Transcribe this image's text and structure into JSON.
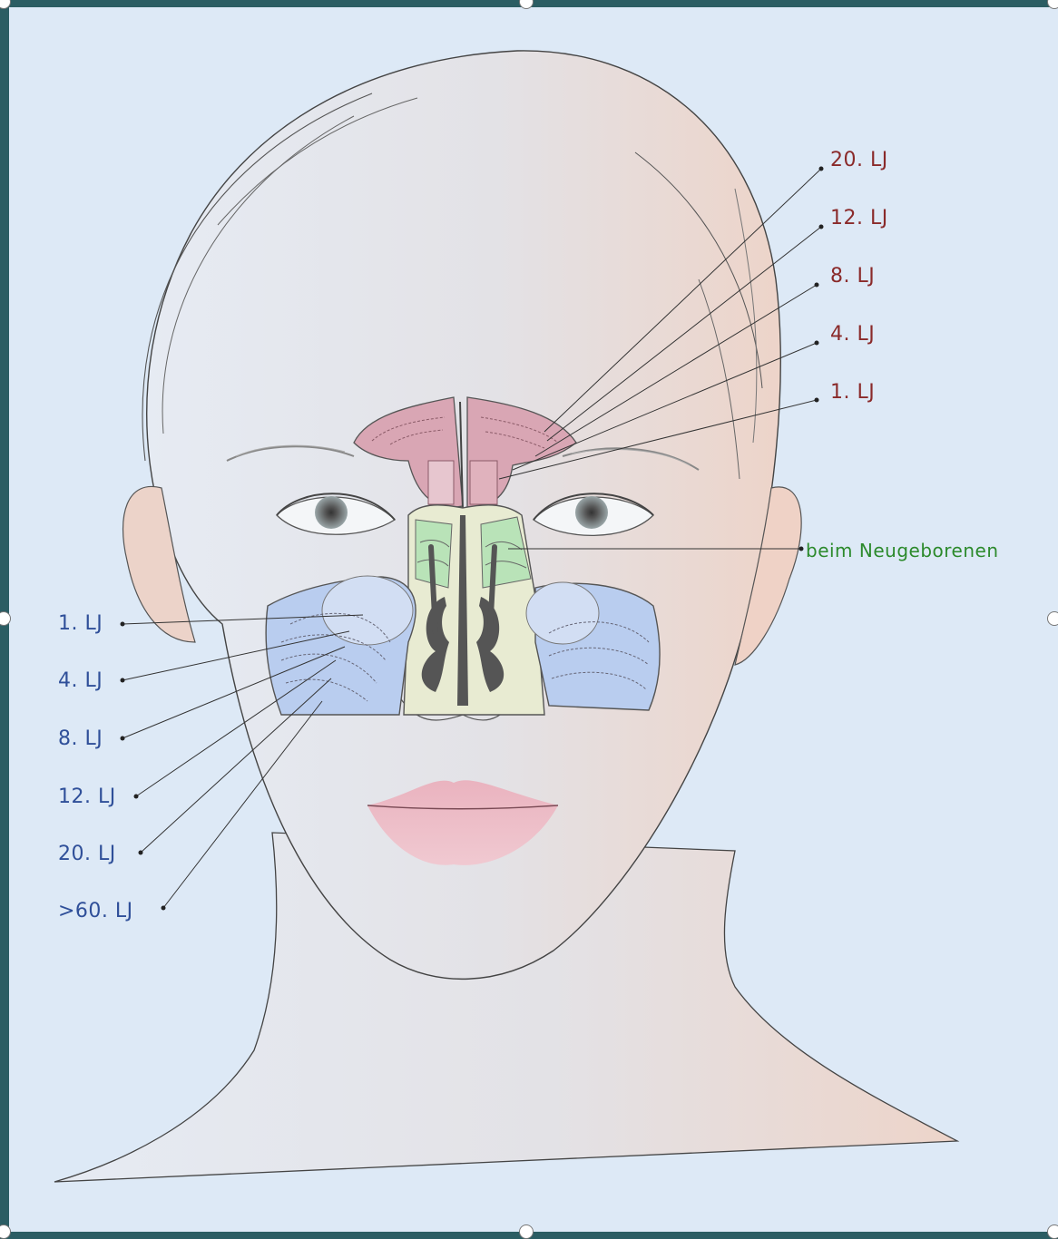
{
  "frontal_labels": [
    "20. LJ",
    "12. LJ",
    "8. LJ",
    "4. LJ",
    "1. LJ"
  ],
  "ethmoid_label": "beim Neugeborenen",
  "maxillary_labels": [
    "1. LJ",
    "4. LJ",
    "8. LJ",
    "12. LJ",
    "20. LJ",
    ">60. LJ"
  ],
  "colors": {
    "frontal_sinus": "#d9a6b4",
    "ethmoid_sinus": "#b9e3b8",
    "maxillary_sinus": "#b9cdef",
    "nasal_cavity": "#e8ebd2",
    "frontal_text": "#8a2a2a",
    "maxillary_text": "#2f4f99",
    "ethmoid_text": "#2c8a2c"
  }
}
